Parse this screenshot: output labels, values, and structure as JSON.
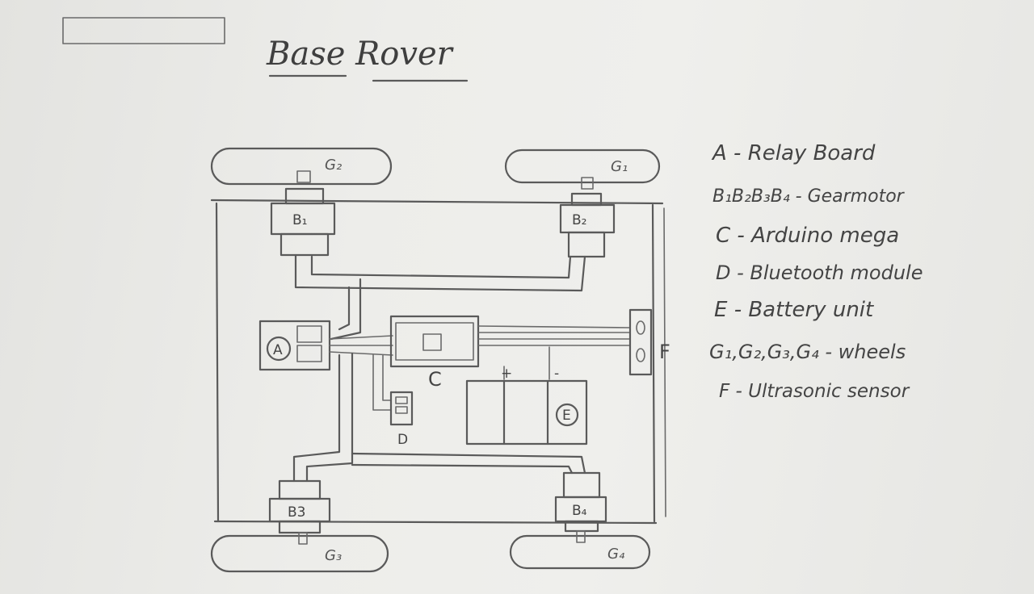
{
  "title": "Base Rover",
  "components": {
    "relay": "A",
    "motor_b1": "B₁",
    "motor_b2": "B₂",
    "motor_b3": "B3",
    "motor_b4": "B₄",
    "arduino": "C",
    "bluetooth": "D",
    "battery": "E",
    "ultrasonic": "F",
    "battery_plus": "+",
    "battery_minus": "-"
  },
  "wheels": {
    "g1": "G₁",
    "g2": "G₂",
    "g3": "G₃",
    "g4": "G₄"
  },
  "legend": [
    "A - Relay Board",
    "B₁B₂B₃B₄ - Gearmotor",
    "C - Arduino mega",
    "D - Bluetooth module",
    "E - Battery unit",
    "G₁,G₂,G₃,G₄ - wheels",
    "F - Ultrasonic sensor"
  ]
}
